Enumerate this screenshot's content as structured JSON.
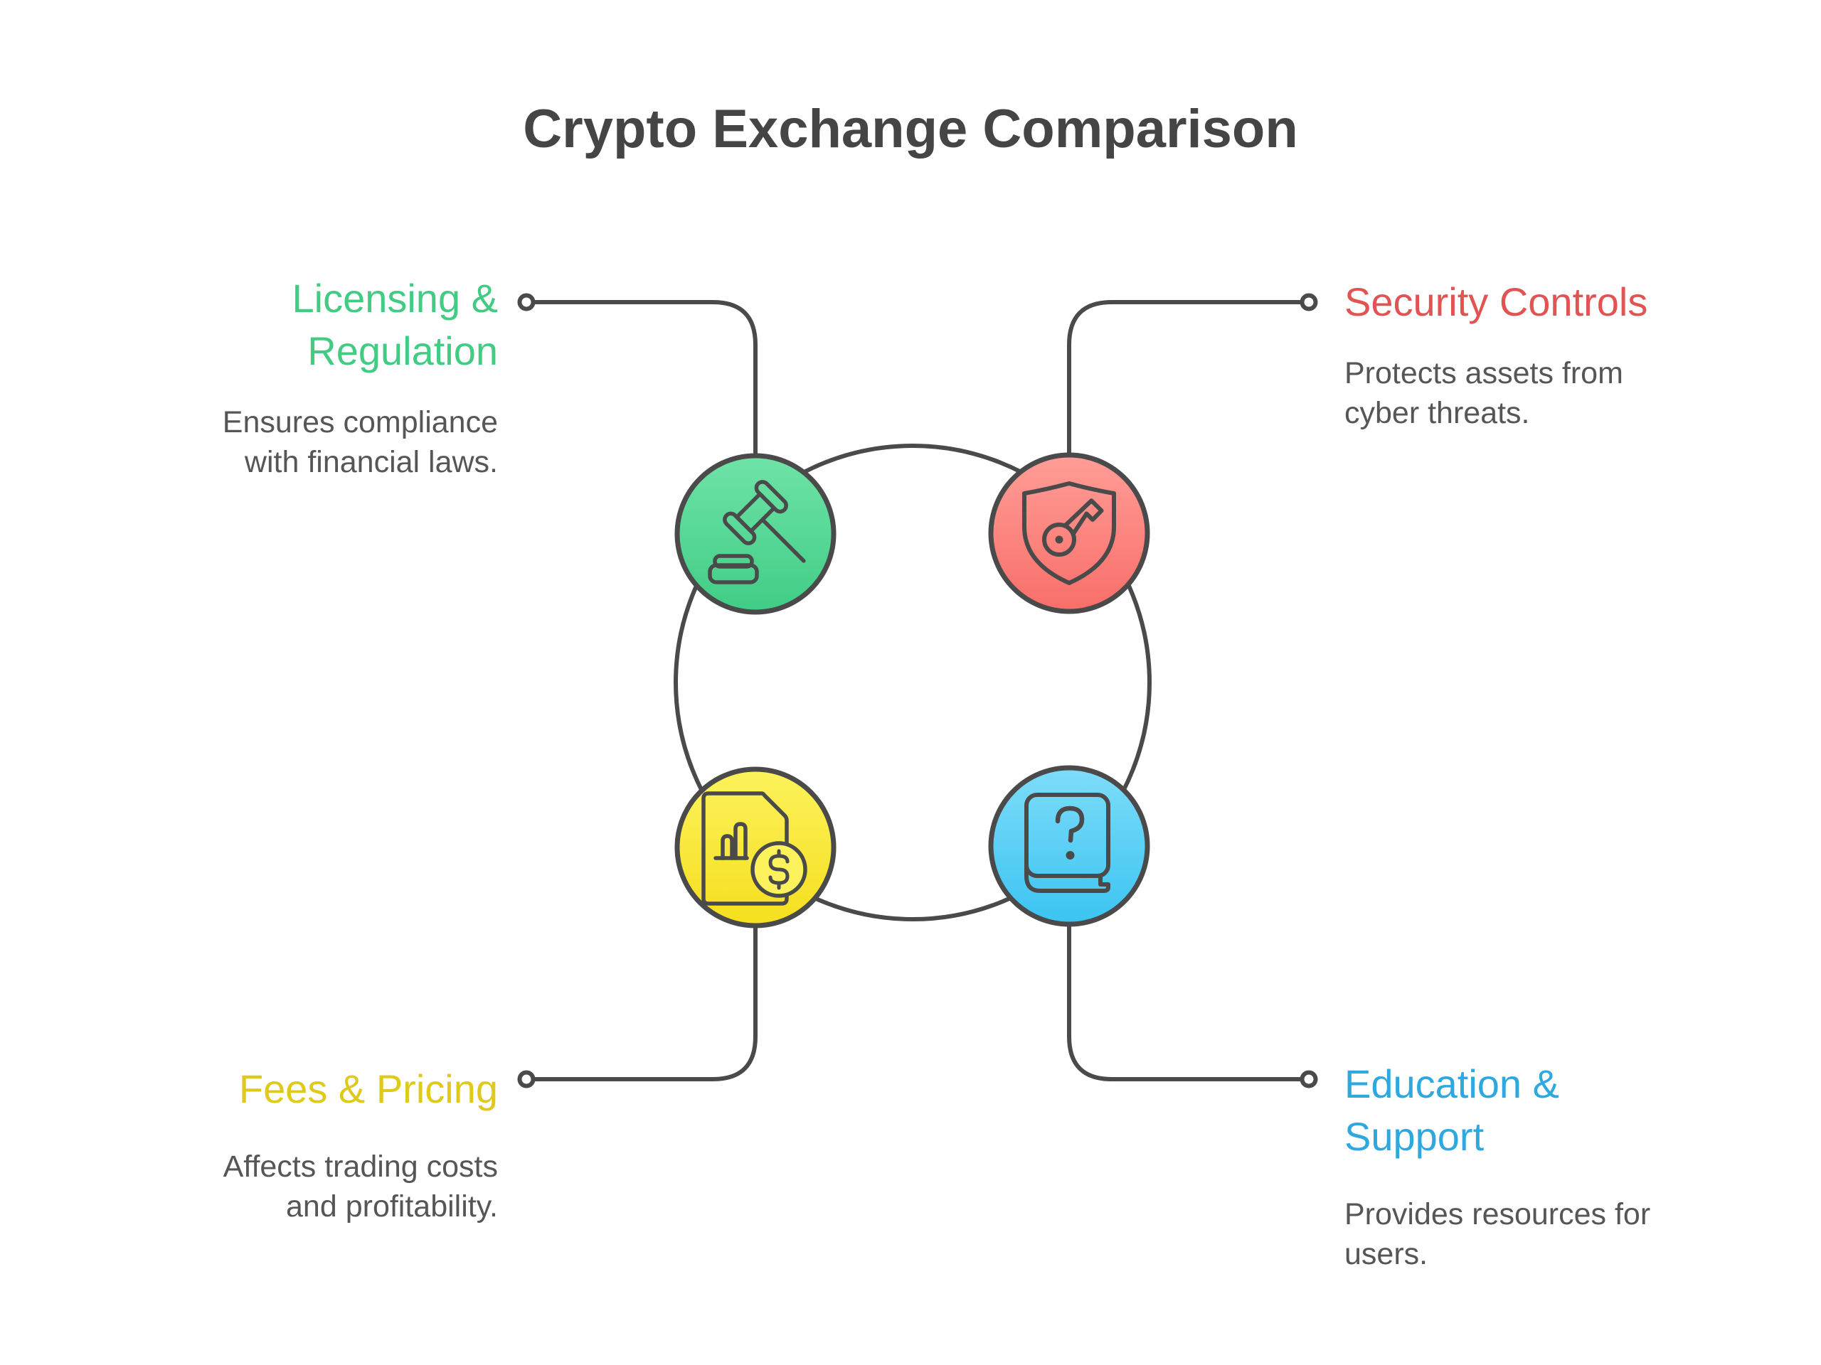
{
  "title": "Crypto Exchange Comparison",
  "style": {
    "outline": "#4A4A4A",
    "title_color": "#454545",
    "description_color": "#565656",
    "background": "#FFFFFF"
  },
  "nodes": [
    {
      "id": "licensing",
      "label": "Licensing & Regulation",
      "description": "Ensures compliance with financial laws.",
      "heading_color": "#41CB83",
      "circle_light": "#6FE3A7",
      "circle_dark": "#40CD85",
      "icon": "gavel-icon",
      "position": "top-left"
    },
    {
      "id": "security",
      "label": "Security Controls",
      "description": "Protects assets from cyber threats.",
      "heading_color": "#E15453",
      "circle_light": "#FF9D97",
      "circle_dark": "#F96E69",
      "icon": "shield-key-icon",
      "position": "top-right"
    },
    {
      "id": "fees",
      "label": "Fees & Pricing",
      "description": "Affects trading costs and profitability.",
      "heading_color": "#E0C91D",
      "circle_light": "#FCF25C",
      "circle_dark": "#F6DF1E",
      "icon": "document-dollar-icon",
      "position": "bottom-left"
    },
    {
      "id": "education",
      "label": "Education & Support",
      "description": "Provides resources for users.",
      "heading_color": "#2FA8DF",
      "circle_light": "#7EDCF8",
      "circle_dark": "#3BC4F2",
      "icon": "book-question-icon",
      "position": "bottom-right"
    }
  ]
}
